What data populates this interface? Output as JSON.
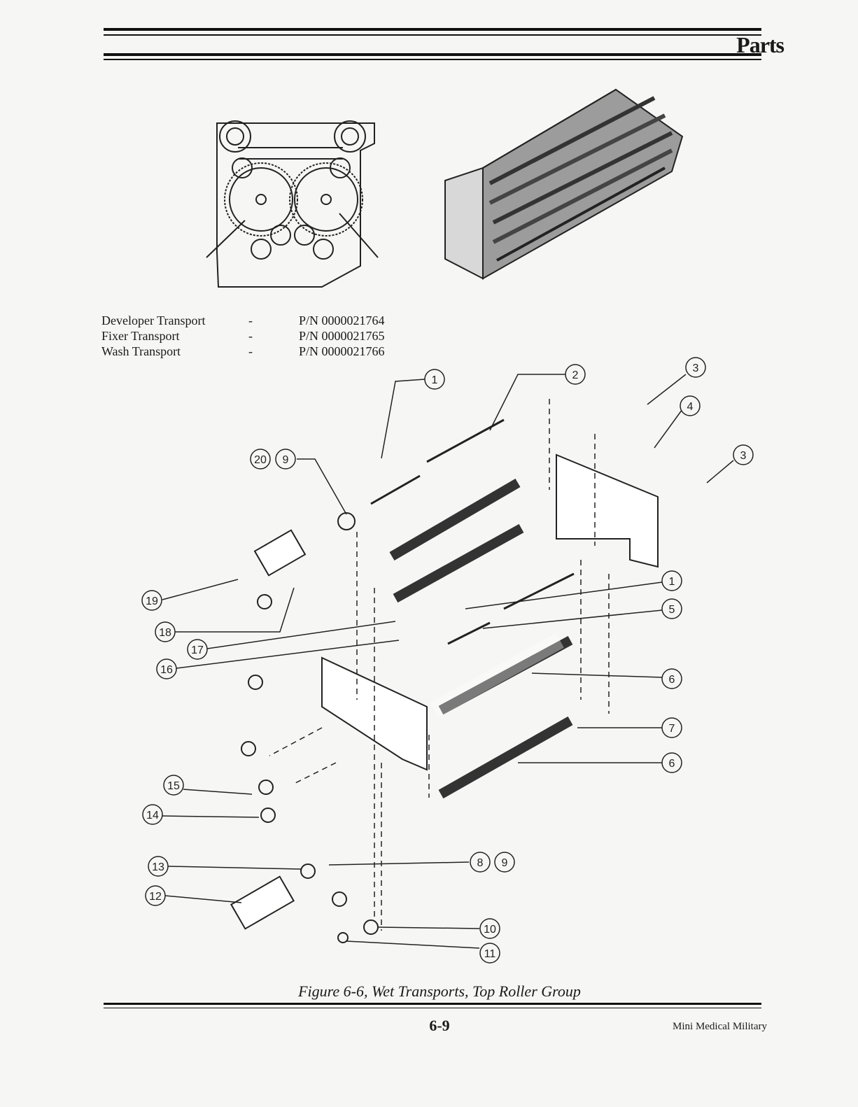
{
  "header": {
    "title": "Parts"
  },
  "parts_list": [
    {
      "name": "Developer Transport",
      "separator": "-",
      "part_number": "P/N 0000021764"
    },
    {
      "name": "Fixer Transport",
      "separator": "-",
      "part_number": "P/N 0000021765"
    },
    {
      "name": "Wash Transport",
      "separator": "-",
      "part_number": "P/N 0000021766"
    }
  ],
  "callouts": [
    "1",
    "2",
    "3",
    "4",
    "3",
    "20",
    "9",
    "1",
    "5",
    "19",
    "18",
    "17",
    "16",
    "6",
    "7",
    "6",
    "15",
    "14",
    "13",
    "8",
    "9",
    "12",
    "10",
    "11"
  ],
  "figure": {
    "caption": "Figure 6-6,  Wet Transports,  Top Roller Group"
  },
  "footer": {
    "page_number": "6-9",
    "manual_title": "Mini Medical Military"
  }
}
